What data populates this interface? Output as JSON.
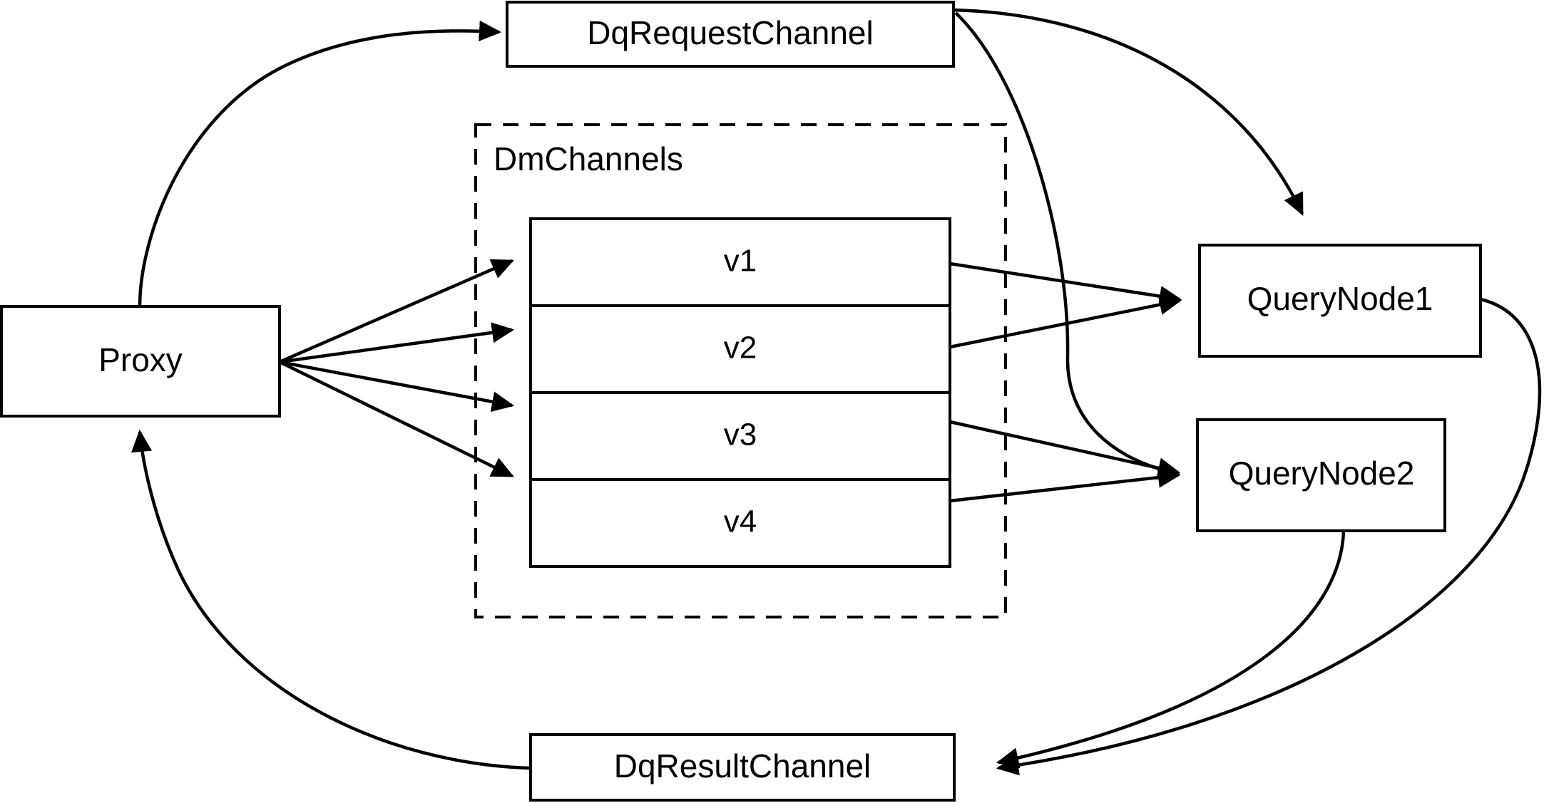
{
  "diagram": {
    "title": "Milvus distributed query channel flow",
    "background_color": "#ffffff",
    "stroke_color": "#000000",
    "nodes": {
      "proxy": {
        "label": "Proxy"
      },
      "dq_request_channel": {
        "label": "DqRequestChannel"
      },
      "dq_result_channel": {
        "label": "DqResultChannel"
      },
      "query_node_1": {
        "label": "QueryNode1"
      },
      "query_node_2": {
        "label": "QueryNode2"
      }
    },
    "group": {
      "label": "DmChannels",
      "style": "dashed",
      "rows": [
        {
          "label": "v1"
        },
        {
          "label": "v2"
        },
        {
          "label": "v3"
        },
        {
          "label": "v4"
        }
      ]
    },
    "edges": [
      {
        "from": "Proxy",
        "to": "DqRequestChannel",
        "arrow": true
      },
      {
        "from": "Proxy",
        "to": "v1",
        "arrow": true
      },
      {
        "from": "Proxy",
        "to": "v2",
        "arrow": true
      },
      {
        "from": "Proxy",
        "to": "v3",
        "arrow": true
      },
      {
        "from": "Proxy",
        "to": "v4",
        "arrow": true
      },
      {
        "from": "DqRequestChannel",
        "to": "QueryNode1",
        "arrow": true
      },
      {
        "from": "DqRequestChannel",
        "to": "QueryNode2",
        "arrow": true
      },
      {
        "from": "v1",
        "to": "QueryNode1",
        "arrow": true
      },
      {
        "from": "v2",
        "to": "QueryNode1",
        "arrow": true
      },
      {
        "from": "v3",
        "to": "QueryNode2",
        "arrow": true
      },
      {
        "from": "v4",
        "to": "QueryNode2",
        "arrow": true
      },
      {
        "from": "QueryNode1",
        "to": "DqResultChannel",
        "arrow": true
      },
      {
        "from": "QueryNode2",
        "to": "DqResultChannel",
        "arrow": true
      },
      {
        "from": "DqResultChannel",
        "to": "Proxy",
        "arrow": true
      }
    ]
  }
}
